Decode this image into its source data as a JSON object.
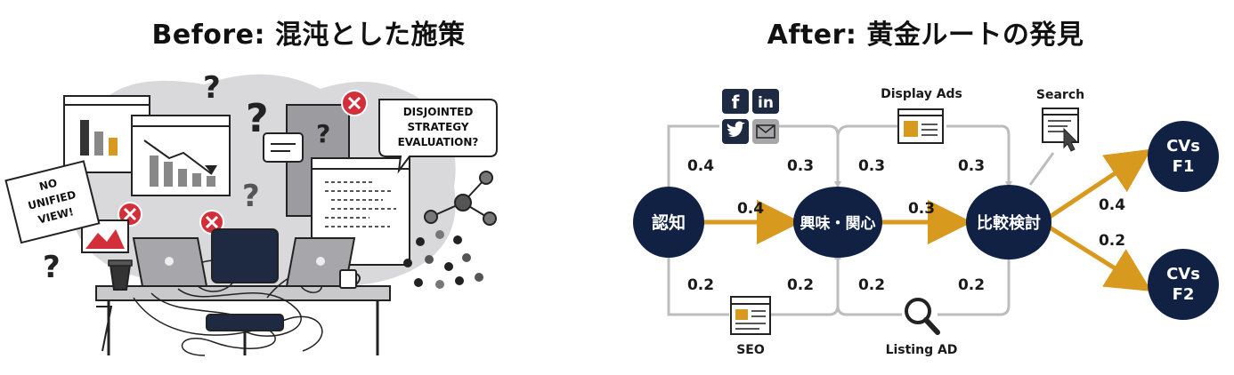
{
  "before": {
    "title": "Before: 混沌とした施策",
    "bubble_text": [
      "DISJOINTED",
      "STRATEGY",
      "EVALUATION?"
    ],
    "sign_text": [
      "NO",
      "UNIFIED",
      "VIEW!"
    ]
  },
  "after": {
    "title": "After: 黄金ルートの発見",
    "nodes": {
      "awareness": "認知",
      "interest": "興味・関心",
      "compare": "比較検討",
      "cv_f1": [
        "CVs",
        "F1"
      ],
      "cv_f2": [
        "CVs",
        "F2"
      ]
    },
    "channels": {
      "display_ads": "Display Ads",
      "search": "Search",
      "seo": "SEO",
      "listing_ad": "Listing AD"
    },
    "weights": {
      "top_social_to_awareness": "0.4",
      "top_social_to_interest": "0.3",
      "top_display_left": "0.3",
      "top_display_right": "0.3",
      "main_awareness_interest": "0.4",
      "main_interest_compare": "0.3",
      "cv_f1": "0.4",
      "cv_f2": "0.2",
      "bottom_seo_left": "0.2",
      "bottom_seo_right": "0.2",
      "bottom_listing_left": "0.2",
      "bottom_listing_right": "0.2"
    },
    "social_icons": [
      "facebook-icon",
      "linkedin-icon",
      "twitter-icon",
      "mail-icon"
    ],
    "colors": {
      "node": "#102143",
      "golden": "#D89A1E",
      "connector": "#BDBDBD"
    }
  }
}
